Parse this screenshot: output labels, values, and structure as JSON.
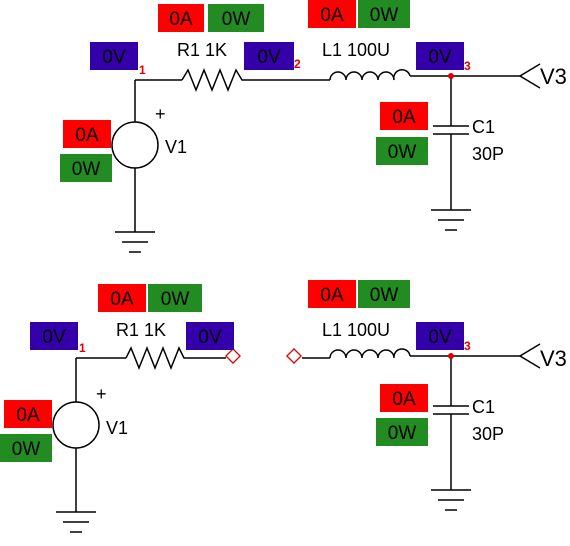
{
  "colors": {
    "current_badge": "#ff0000",
    "power_badge": "#228b22",
    "voltage_badge": "#3300aa",
    "node_number": "#e00000",
    "open_terminal": "#e00000"
  },
  "top_circuit": {
    "r1_badges": {
      "current": "0A",
      "power": "0W"
    },
    "l1_badges": {
      "current": "0A",
      "power": "0W"
    },
    "node1_voltage": "0V",
    "node2_voltage": "0V",
    "node3_voltage": "0V",
    "node1_label": "1",
    "node2_label": "2",
    "node3_label": "3",
    "r1_label": "R1 1K",
    "l1_label": "L1 100U",
    "v1_label": "V1",
    "v1_plus": "+",
    "v1_badges": {
      "current": "0A",
      "power": "0W"
    },
    "c1_badges": {
      "current": "0A",
      "power": "0W"
    },
    "c1_name": "C1",
    "c1_value": "30P",
    "v3_label": "V3"
  },
  "bottom_circuit": {
    "r1_badges": {
      "current": "0A",
      "power": "0W"
    },
    "l1_badges": {
      "current": "0A",
      "power": "0W"
    },
    "node1_voltage": "0V",
    "r1_end_voltage": "0V",
    "node3_voltage": "0V",
    "node1_label": "1",
    "node3_label": "3",
    "r1_label": "R1 1K",
    "l1_label": "L1 100U",
    "v1_label": "V1",
    "v1_plus": "+",
    "v1_badges": {
      "current": "0A",
      "power": "0W"
    },
    "c1_badges": {
      "current": "0A",
      "power": "0W"
    },
    "c1_name": "C1",
    "c1_value": "30P",
    "v3_label": "V3"
  }
}
